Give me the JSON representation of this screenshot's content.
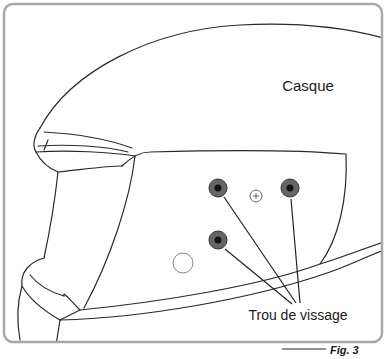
{
  "diagram": {
    "caption": "Fig. 3",
    "labels": [
      "Casque",
      "Trou de vissage"
    ]
  }
}
